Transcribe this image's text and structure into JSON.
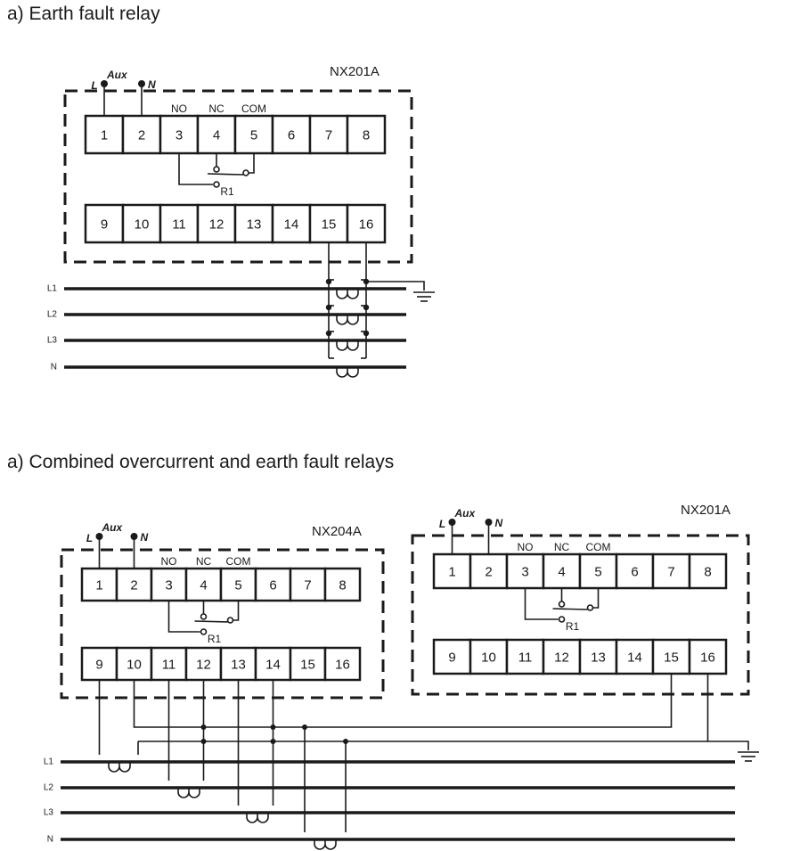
{
  "headings": {
    "earth_fault": "a) Earth fault relay",
    "combined": "a) Combined overcurrent and earth fault relays"
  },
  "relays": {
    "top": {
      "model": "NX201A",
      "aux_label": "Aux",
      "l_label": "L",
      "n_label": "N",
      "contact_labels": [
        "NO",
        "NC",
        "COM"
      ],
      "contact_name": "R1",
      "top_row": [
        "1",
        "2",
        "3",
        "4",
        "5",
        "6",
        "7",
        "8"
      ],
      "bottom_row": [
        "9",
        "10",
        "11",
        "12",
        "13",
        "14",
        "15",
        "16"
      ]
    },
    "left": {
      "model": "NX204A",
      "aux_label": "Aux",
      "l_label": "L",
      "n_label": "N",
      "contact_labels": [
        "NO",
        "NC",
        "COM"
      ],
      "contact_name": "R1",
      "top_row": [
        "1",
        "2",
        "3",
        "4",
        "5",
        "6",
        "7",
        "8"
      ],
      "bottom_row": [
        "9",
        "10",
        "11",
        "12",
        "13",
        "14",
        "15",
        "16"
      ]
    },
    "right": {
      "model": "NX201A",
      "aux_label": "Aux",
      "l_label": "L",
      "n_label": "N",
      "contact_labels": [
        "NO",
        "NC",
        "COM"
      ],
      "contact_name": "R1",
      "top_row": [
        "1",
        "2",
        "3",
        "4",
        "5",
        "6",
        "7",
        "8"
      ],
      "bottom_row": [
        "9",
        "10",
        "11",
        "12",
        "13",
        "14",
        "15",
        "16"
      ]
    }
  },
  "busbars": [
    "L1",
    "L2",
    "L3",
    "N"
  ],
  "icons": {
    "ground": "ground-icon",
    "ct": "current-transformer-icon",
    "contact": "relay-contact-icon"
  }
}
